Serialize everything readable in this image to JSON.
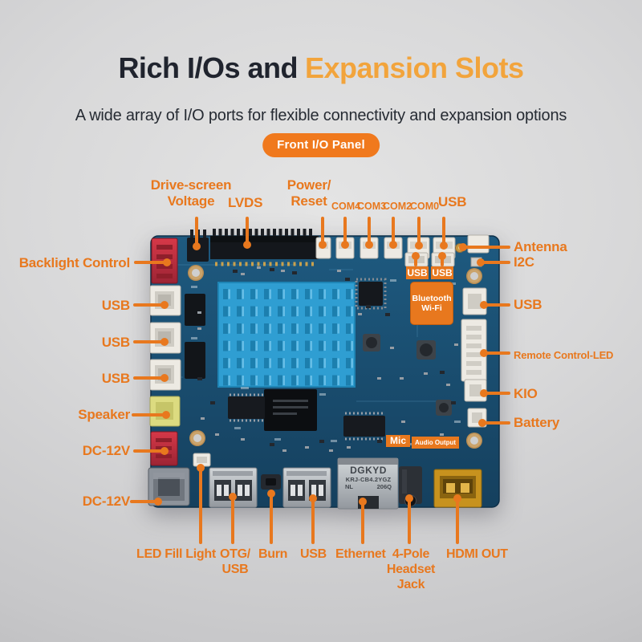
{
  "header": {
    "title_dark": "Rich I/Os and",
    "title_accent": "Expansion Slots",
    "subtitle": "A wide array of I/O ports for flexible connectivity and expansion options",
    "badge": "Front I/O Panel"
  },
  "labels": {
    "top": [
      "Drive-screen Voltage",
      "LVDS",
      "Power/ Reset",
      "COM4",
      "COM3",
      "COM2",
      "COM0",
      "USB"
    ],
    "right": [
      "Antenna",
      "I2C",
      "USB",
      "Remote Control-LED",
      "KIO",
      "Battery"
    ],
    "left": [
      "Backlight Control",
      "USB",
      "USB",
      "USB",
      "Speaker",
      "DC-12V",
      "DC-12V"
    ],
    "bottom": [
      "LED Fill Light",
      "OTG/ USB",
      "Burn",
      "USB",
      "Ethernet",
      "4-Pole Headset Jack",
      "HDMI OUT"
    ]
  },
  "onboard": {
    "usb_tags": [
      "USB",
      "USB"
    ],
    "wifi_module": "Bluetooth Wi-Fi",
    "mic": "Mic",
    "audio": "Audio Output",
    "ethernet_jack": {
      "brand": "DGKYD",
      "model": "KRJ-CB4.2YGZ",
      "suffix_left": "NL",
      "suffix_right": "206Q"
    }
  },
  "colors": {
    "accent_label": "#E8781E",
    "title_accent": "#F2A43C",
    "badge": "#F0791D",
    "title_dark": "#20242E",
    "pcb": "#1B5070",
    "heatsink": "#2F9ED2",
    "background": "#D8D8D9"
  }
}
